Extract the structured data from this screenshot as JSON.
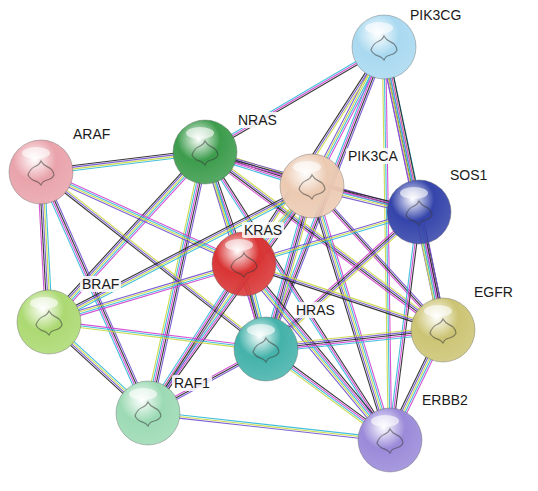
{
  "diagram": {
    "nodes": [
      {
        "text": [
          "PIK3CG"
        ]
      },
      {
        "text": [
          "NRAS"
        ]
      },
      {
        "text": [
          "ARAF"
        ]
      },
      {
        "text": [
          "PIK3CA"
        ]
      },
      {
        "text": [
          "SOS1"
        ]
      },
      {
        "text": [
          "KRAS"
        ]
      },
      {
        "text": [
          "BRAF"
        ]
      },
      {
        "text": [
          "HRAS"
        ]
      },
      {
        "text": [
          "EGFR"
        ]
      },
      {
        "text": [
          "RAF1"
        ]
      },
      {
        "text": [
          "ERBB2"
        ]
      }
    ],
    "edges": [
      {
        "from": 0,
        "to": 1,
        "arrow": "none"
      },
      {
        "from": 0,
        "to": 3,
        "arrow": "none"
      },
      {
        "from": 0,
        "to": 4,
        "arrow": "none"
      },
      {
        "from": 0,
        "to": 5,
        "arrow": "none"
      },
      {
        "from": 0,
        "to": 7,
        "arrow": "none"
      },
      {
        "from": 0,
        "to": 8,
        "arrow": "none"
      },
      {
        "from": 0,
        "to": 10,
        "arrow": "none"
      },
      {
        "from": 1,
        "to": 2,
        "arrow": "none"
      },
      {
        "from": 1,
        "to": 3,
        "arrow": "none"
      },
      {
        "from": 1,
        "to": 4,
        "arrow": "none"
      },
      {
        "from": 1,
        "to": 5,
        "arrow": "none"
      },
      {
        "from": 1,
        "to": 6,
        "arrow": "none"
      },
      {
        "from": 1,
        "to": 7,
        "arrow": "none"
      },
      {
        "from": 1,
        "to": 8,
        "arrow": "none"
      },
      {
        "from": 1,
        "to": 9,
        "arrow": "none"
      },
      {
        "from": 1,
        "to": 10,
        "arrow": "none"
      },
      {
        "from": 2,
        "to": 5,
        "arrow": "none"
      },
      {
        "from": 2,
        "to": 6,
        "arrow": "none"
      },
      {
        "from": 2,
        "to": 7,
        "arrow": "none"
      },
      {
        "from": 2,
        "to": 9,
        "arrow": "none"
      },
      {
        "from": 3,
        "to": 4,
        "arrow": "none"
      },
      {
        "from": 3,
        "to": 5,
        "arrow": "none"
      },
      {
        "from": 3,
        "to": 6,
        "arrow": "none"
      },
      {
        "from": 3,
        "to": 7,
        "arrow": "none"
      },
      {
        "from": 3,
        "to": 8,
        "arrow": "none"
      },
      {
        "from": 3,
        "to": 9,
        "arrow": "none"
      },
      {
        "from": 3,
        "to": 10,
        "arrow": "none"
      },
      {
        "from": 4,
        "to": 5,
        "arrow": "none"
      },
      {
        "from": 4,
        "to": 7,
        "arrow": "none"
      },
      {
        "from": 4,
        "to": 8,
        "arrow": "none"
      },
      {
        "from": 4,
        "to": 10,
        "arrow": "none"
      },
      {
        "from": 5,
        "to": 6,
        "arrow": "none"
      },
      {
        "from": 5,
        "to": 7,
        "arrow": "none"
      },
      {
        "from": 5,
        "to": 8,
        "arrow": "none"
      },
      {
        "from": 5,
        "to": 9,
        "arrow": "none"
      },
      {
        "from": 5,
        "to": 10,
        "arrow": "none"
      },
      {
        "from": 6,
        "to": 7,
        "arrow": "none"
      },
      {
        "from": 6,
        "to": 9,
        "arrow": "none"
      },
      {
        "from": 7,
        "to": 8,
        "arrow": "none"
      },
      {
        "from": 7,
        "to": 9,
        "arrow": "none"
      },
      {
        "from": 7,
        "to": 10,
        "arrow": "none"
      },
      {
        "from": 8,
        "to": 10,
        "arrow": "none"
      },
      {
        "from": 9,
        "to": 10,
        "arrow": "none"
      }
    ]
  }
}
